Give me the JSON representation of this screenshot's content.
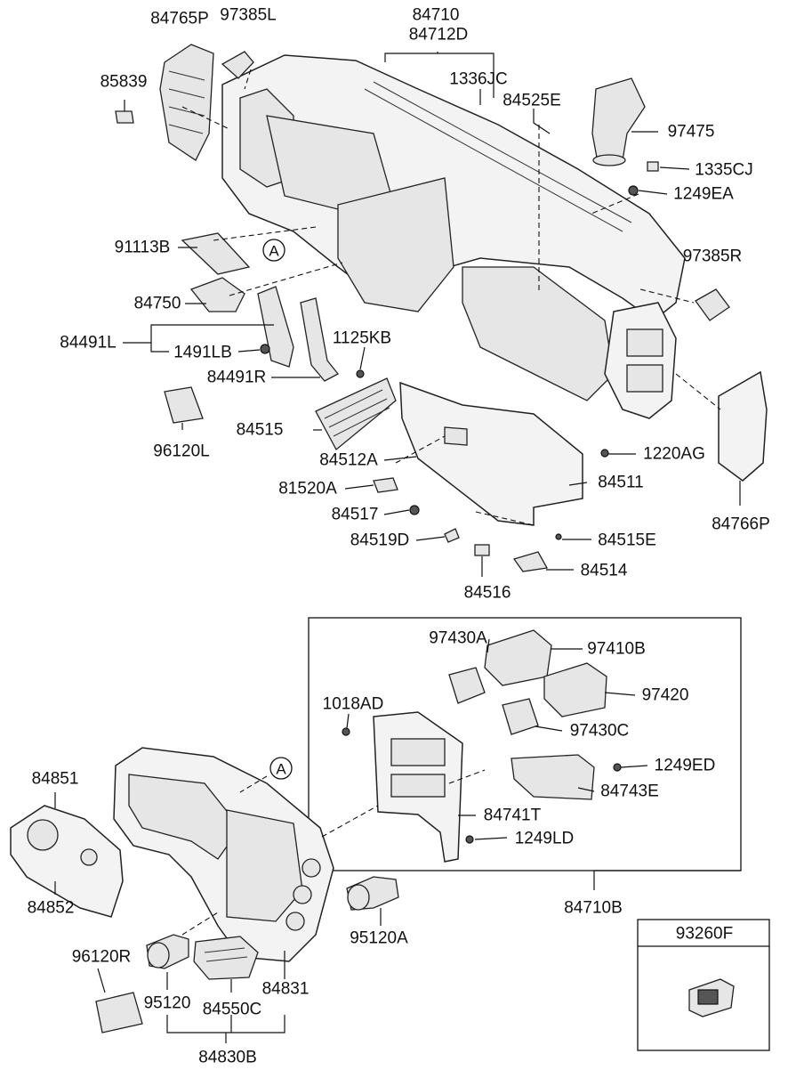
{
  "diagram": {
    "upper_labels": [
      {
        "id": "84765P",
        "text": "84765P"
      },
      {
        "id": "97385L",
        "text": "97385L"
      },
      {
        "id": "84710",
        "text": "84710"
      },
      {
        "id": "84712D",
        "text": "84712D"
      },
      {
        "id": "85839",
        "text": "85839"
      },
      {
        "id": "1336JC",
        "text": "1336JC"
      },
      {
        "id": "84525E",
        "text": "84525E"
      },
      {
        "id": "97475",
        "text": "97475"
      },
      {
        "id": "1335CJ",
        "text": "1335CJ"
      },
      {
        "id": "1249EA",
        "text": "1249EA"
      },
      {
        "id": "91113B",
        "text": "91113B"
      },
      {
        "id": "A1",
        "text": "A"
      },
      {
        "id": "97385R",
        "text": "97385R"
      },
      {
        "id": "84750",
        "text": "84750"
      },
      {
        "id": "84491L",
        "text": "84491L"
      },
      {
        "id": "1491LB",
        "text": "1491LB"
      },
      {
        "id": "1125KB",
        "text": "1125KB"
      },
      {
        "id": "84491R",
        "text": "84491R"
      },
      {
        "id": "96120L",
        "text": "96120L"
      },
      {
        "id": "84515",
        "text": "84515"
      },
      {
        "id": "84512A",
        "text": "84512A"
      },
      {
        "id": "1220AG",
        "text": "1220AG"
      },
      {
        "id": "81520A",
        "text": "81520A"
      },
      {
        "id": "84511",
        "text": "84511"
      },
      {
        "id": "84517",
        "text": "84517"
      },
      {
        "id": "84766P",
        "text": "84766P"
      },
      {
        "id": "84519D",
        "text": "84519D"
      },
      {
        "id": "84515E",
        "text": "84515E"
      },
      {
        "id": "84514",
        "text": "84514"
      },
      {
        "id": "84516",
        "text": "84516"
      }
    ],
    "lower_labels": [
      {
        "id": "97430A",
        "text": "97430A"
      },
      {
        "id": "97410B",
        "text": "97410B"
      },
      {
        "id": "97420",
        "text": "97420"
      },
      {
        "id": "1018AD",
        "text": "1018AD"
      },
      {
        "id": "97430C",
        "text": "97430C"
      },
      {
        "id": "1249ED",
        "text": "1249ED"
      },
      {
        "id": "84743E",
        "text": "84743E"
      },
      {
        "id": "84851",
        "text": "84851"
      },
      {
        "id": "A2",
        "text": "A"
      },
      {
        "id": "84741T",
        "text": "84741T"
      },
      {
        "id": "1249LD",
        "text": "1249LD"
      },
      {
        "id": "84852",
        "text": "84852"
      },
      {
        "id": "84710B",
        "text": "84710B"
      },
      {
        "id": "95120A",
        "text": "95120A"
      },
      {
        "id": "93260F",
        "text": "93260F"
      },
      {
        "id": "96120R",
        "text": "96120R"
      },
      {
        "id": "84831",
        "text": "84831"
      },
      {
        "id": "95120",
        "text": "95120"
      },
      {
        "id": "84550C",
        "text": "84550C"
      },
      {
        "id": "84830B",
        "text": "84830B"
      }
    ]
  }
}
